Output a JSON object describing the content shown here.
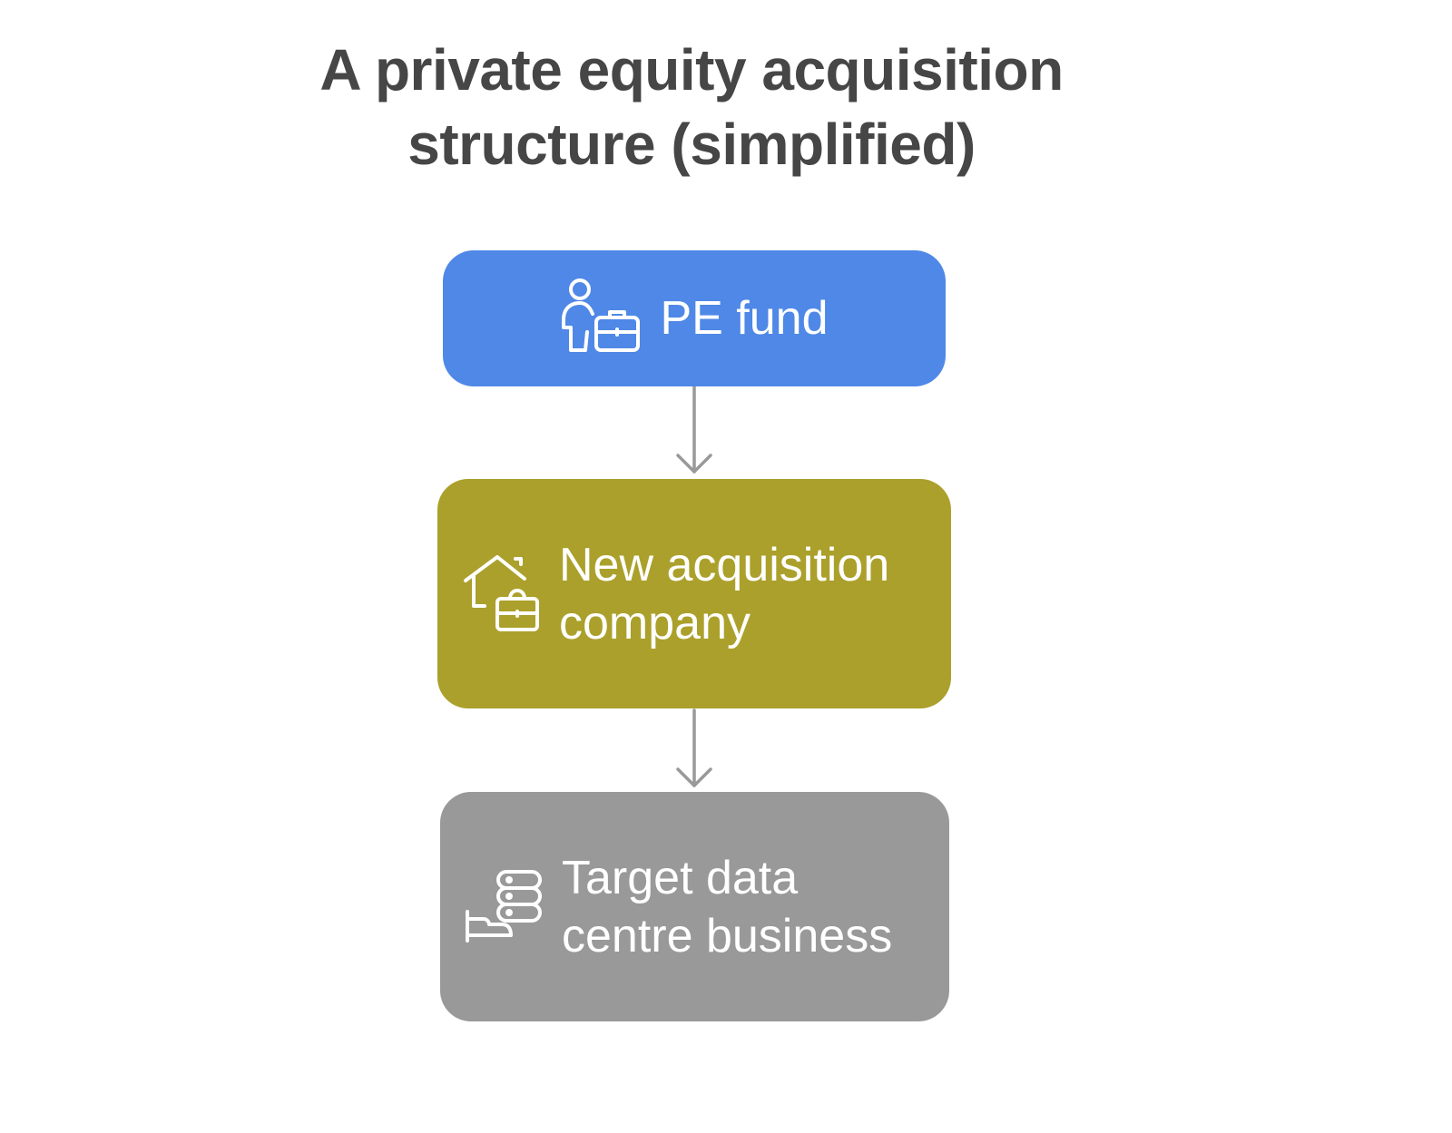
{
  "title": {
    "line1": "A private equity acquisition",
    "line2": "structure (simplified)"
  },
  "nodes": [
    {
      "label": "PE fund",
      "icon": "investor-briefcase-icon",
      "color": "#4f88e6"
    },
    {
      "label_line1": "New acquisition",
      "label_line2": "company",
      "icon": "house-briefcase-icon",
      "color": "#aba02b"
    },
    {
      "label_line1": "Target data",
      "label_line2": "centre business",
      "icon": "hand-database-icon",
      "color": "#999999"
    }
  ],
  "edges": [
    {
      "from": "PE fund",
      "to": "New acquisition company"
    },
    {
      "from": "New acquisition company",
      "to": "Target data centre business"
    }
  ]
}
